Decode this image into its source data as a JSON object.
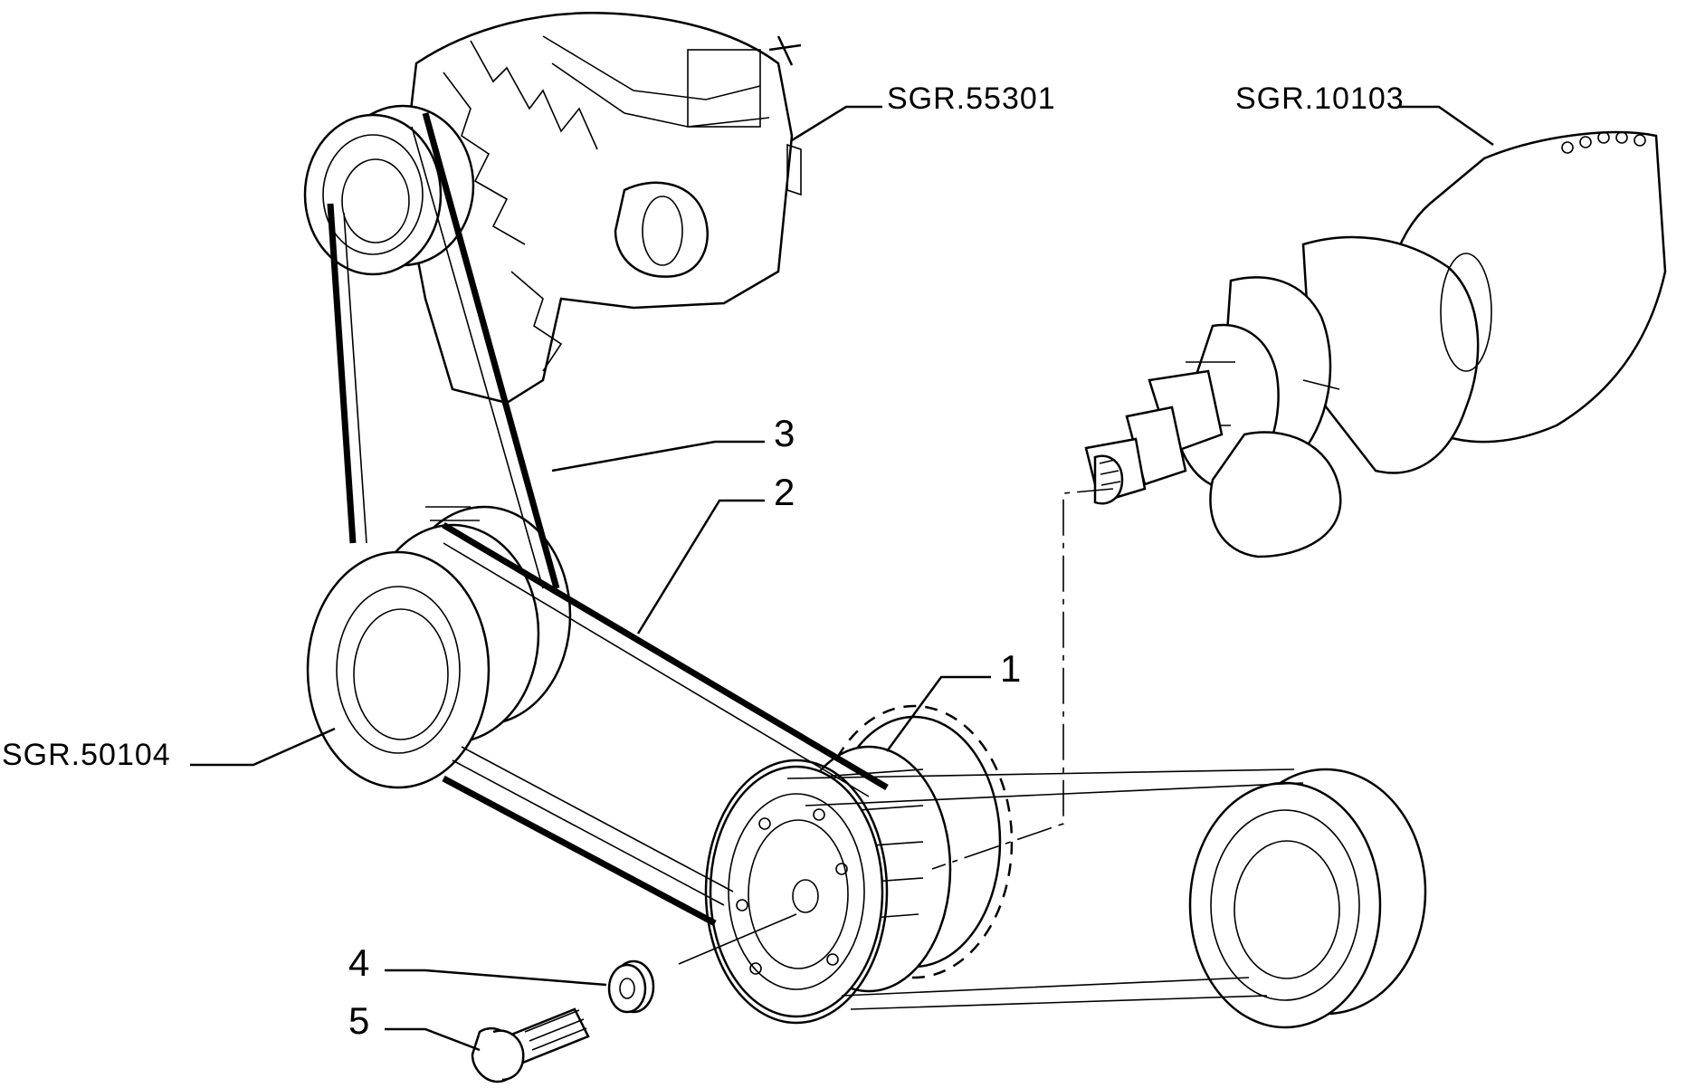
{
  "callouts": {
    "alternator": "SGR.55301",
    "crankshaft": "SGR.10103",
    "water_pump_pulley": "SGR.50104",
    "item_1": "1",
    "item_2": "2",
    "item_3": "3",
    "item_4": "4",
    "item_5": "5"
  },
  "colors": {
    "ink": "#000000",
    "paper": "#ffffff"
  }
}
